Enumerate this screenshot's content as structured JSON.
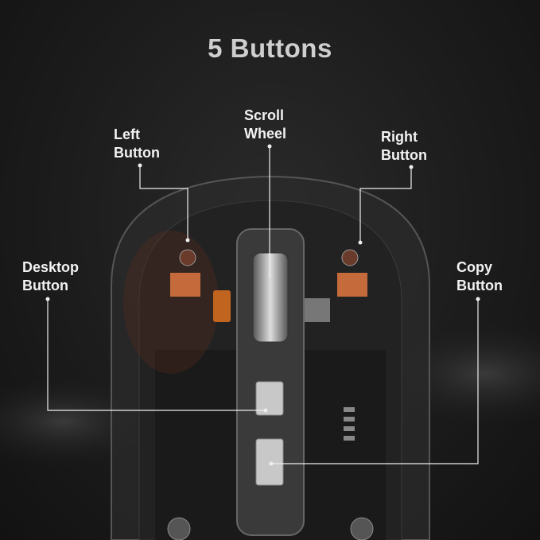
{
  "title": "5 Buttons",
  "labels": {
    "left": [
      "Left",
      "Button"
    ],
    "scroll": [
      "Scroll",
      "Wheel"
    ],
    "right": [
      "Right",
      "Button"
    ],
    "desktop": [
      "Desktop",
      "Button"
    ],
    "copy": [
      "Copy",
      "Button"
    ]
  }
}
